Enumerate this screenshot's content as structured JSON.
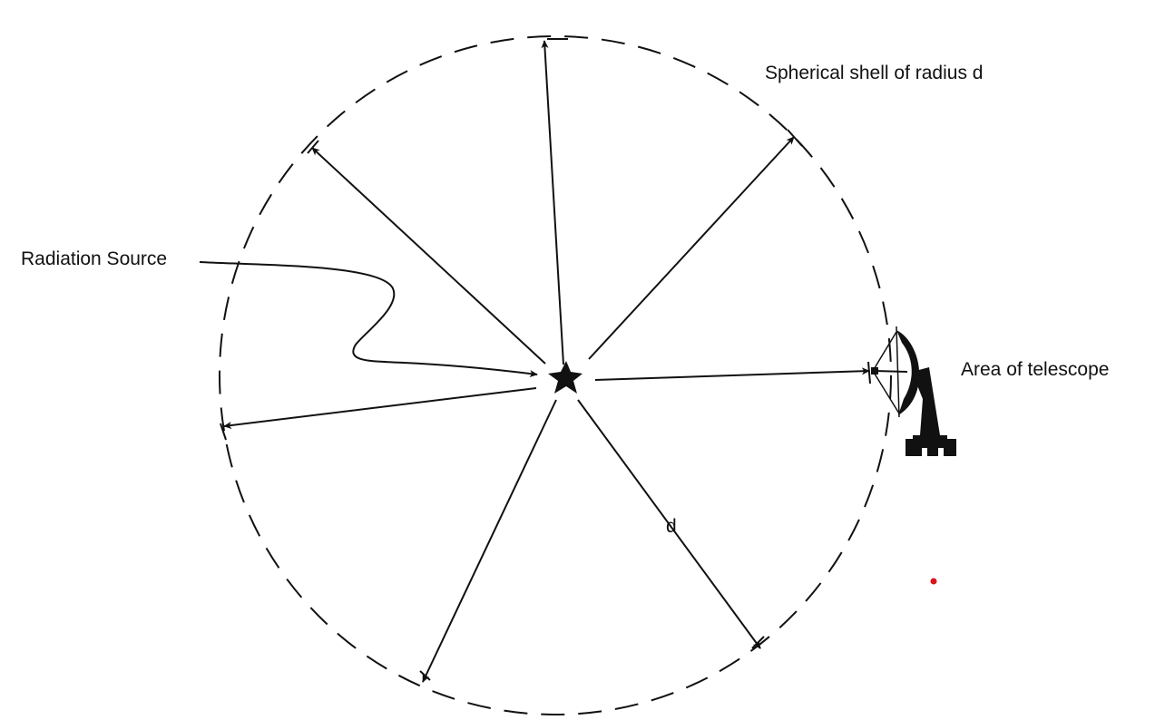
{
  "labels": {
    "shell": "Spherical shell of radius d",
    "source": "Radiation Source",
    "telescope": "Area of telescope",
    "radius": "d"
  },
  "colors": {
    "line": "#111111",
    "marker": "#d8141c",
    "background": "#ffffff"
  },
  "icons": {
    "source": "star-icon",
    "telescope": "radio-telescope-icon"
  }
}
